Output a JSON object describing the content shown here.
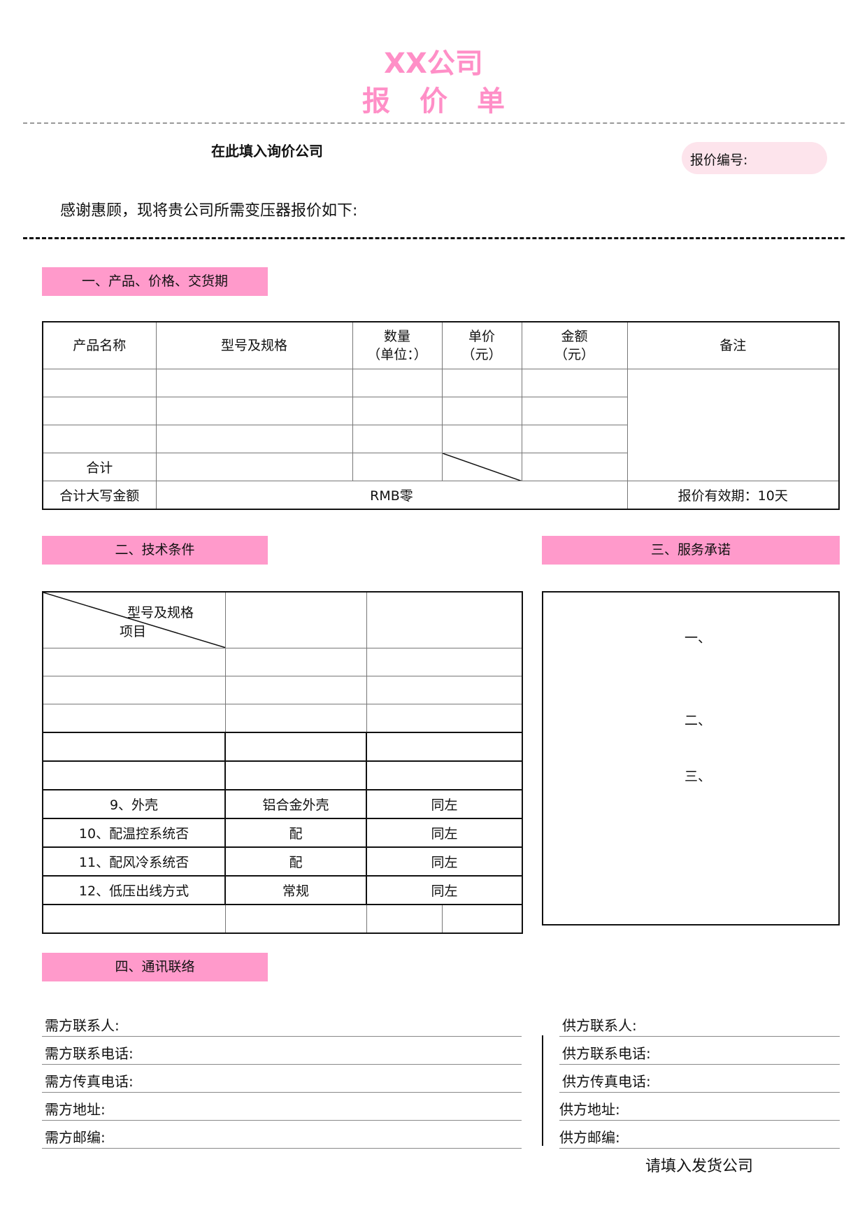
{
  "header": {
    "company": "XX公司",
    "doc_title": "报价单",
    "inquiry_company": "在此填入询价公司",
    "quote_number_label": "报价编号:",
    "thanks": "感谢惠顾，现将贵公司所需变压器报价如下:"
  },
  "section1": {
    "title": "一、产品、价格、交货期",
    "columns": {
      "name": "产品名称",
      "model": "型号及规格",
      "qty_line1": "数量",
      "qty_line2": "（单位：）",
      "unit_price_line1": "单价",
      "unit_price_line2": "（元）",
      "amount_line1": "金额",
      "amount_line2": "（元）",
      "remark": "备注"
    },
    "total_label": "合计",
    "total_words_label": "合计大写金额",
    "total_words_value": "RMB零",
    "validity": "报价有效期：10天"
  },
  "section2": {
    "title": "二、技术条件",
    "diag_top": "型号及规格",
    "diag_bottom": "项目",
    "rows": [
      {
        "item": "9、外壳",
        "spec": "铝合金外壳",
        "other": "同左"
      },
      {
        "item": "10、配温控系统否",
        "spec": "配",
        "other": "同左"
      },
      {
        "item": "11、配风冷系统否",
        "spec": "配",
        "other": "同左"
      },
      {
        "item": "12、低压出线方式",
        "spec": "常规",
        "other": "同左"
      }
    ]
  },
  "section3": {
    "title": "三、服务承诺",
    "items": [
      "一、",
      "二、",
      "三、"
    ]
  },
  "section4": {
    "title": "四、通讯联络",
    "buyer": [
      "需方联系人:",
      "需方联系电话:",
      "需方传真电话:",
      "需方地址:",
      "需方邮编:"
    ],
    "supplier": [
      "供方联系人:",
      "供方联系电话:",
      "供方传真电话:",
      "供方地址:",
      "供方邮编:"
    ],
    "shipper": "请填入发货公司"
  }
}
